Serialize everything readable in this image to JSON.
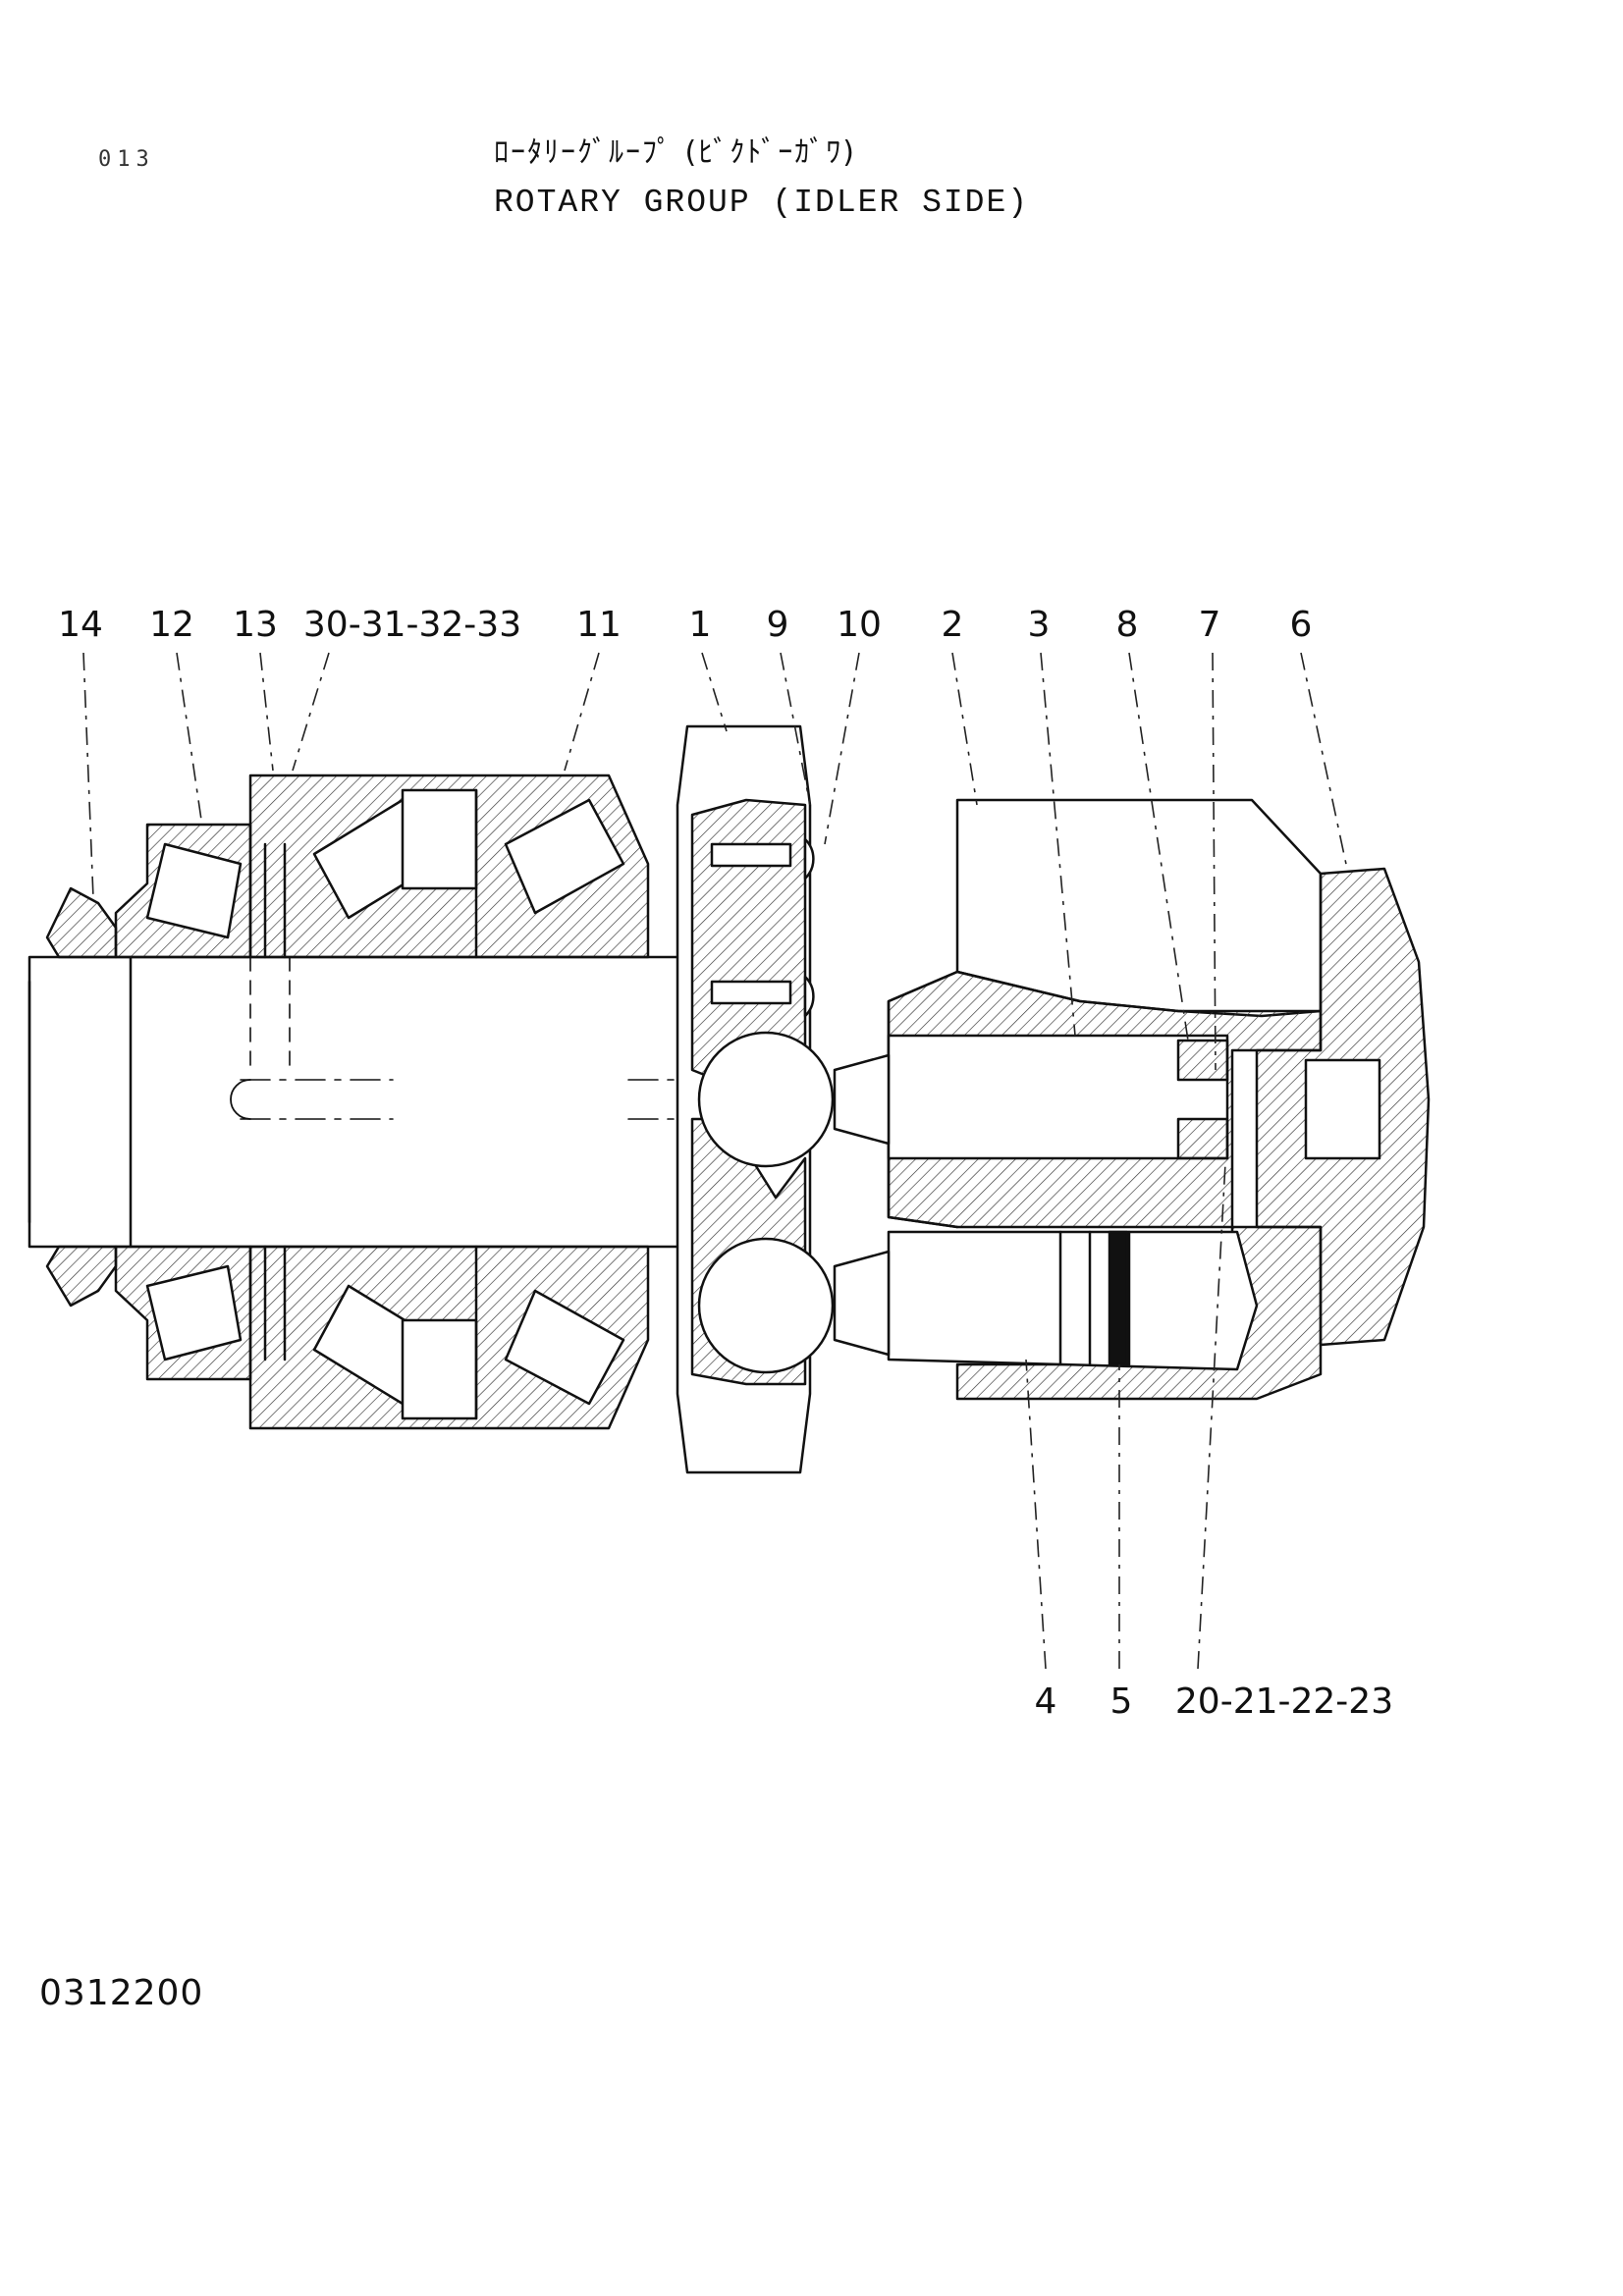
{
  "header": {
    "page_number": "013",
    "title_jp": "ﾛｰﾀﾘｰｸﾞﾙｰﾌﾟ (ﾋﾞｸﾄﾞｰｶﾞﾜ)",
    "title_en": "ROTARY GROUP (IDLER SIDE)"
  },
  "callouts_top": [
    "14",
    "12",
    "13",
    "30-31-32-33",
    "11",
    "1",
    "9",
    "10",
    "2",
    "3",
    "8",
    "7",
    "6"
  ],
  "callouts_bottom": [
    "4",
    "5",
    "20-21-22-23"
  ],
  "footer": {
    "drawing_code": "0312200"
  }
}
